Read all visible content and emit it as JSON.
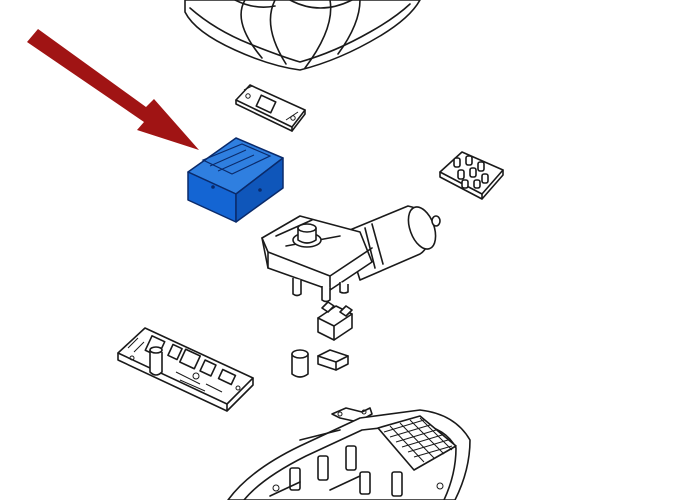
{
  "diagram": {
    "highlighted_part": "transformer",
    "colors": {
      "highlight_top": "#2f7fe0",
      "highlight_front": "#1465d3",
      "highlight_side": "#0f56ba",
      "arrow": "#a01414",
      "line": "#1a1a1a",
      "background": "#ffffff"
    },
    "parts": [
      "cover",
      "terminal-bracket",
      "transformer",
      "led-connector",
      "gearmotor",
      "motor-clip",
      "control-board",
      "spacer",
      "small-clip",
      "base-housing"
    ]
  }
}
